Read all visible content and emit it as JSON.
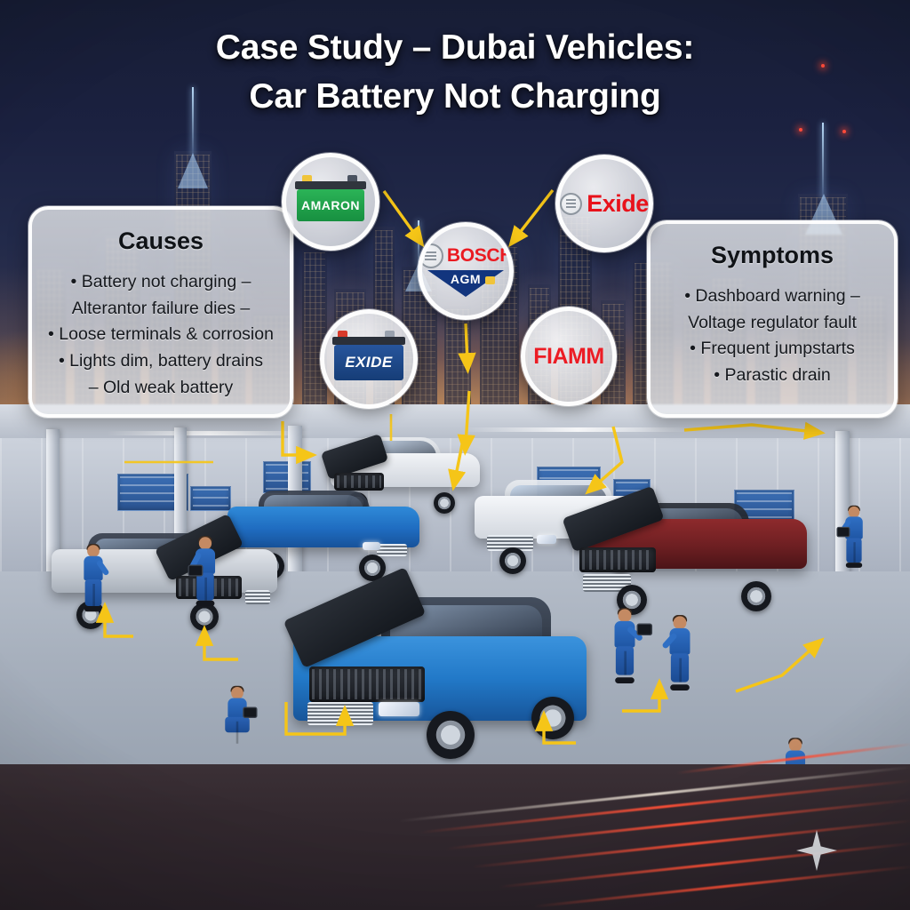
{
  "title": {
    "line1": "Case Study – Dubai Vehicles:",
    "line2": "Car Battery Not Charging"
  },
  "panels": {
    "causes": {
      "heading": "Causes",
      "items": [
        "• Battery not charging –",
        "Alterantor failure dies –",
        "• Loose terminals & corrosion",
        "• Lights dim, battery drains",
        "– Old weak battery"
      ]
    },
    "symptoms": {
      "heading": "Symptoms",
      "items": [
        "• Dashboard warning –",
        "Voltage regulator fault",
        "• Frequent jumpstarts",
        "• Parastic drain"
      ]
    }
  },
  "badges": [
    {
      "id": "amaron",
      "label": "AMARON",
      "icon": "battery-icon",
      "brand_color": "#22a54a",
      "text_color": "#ffffff"
    },
    {
      "id": "exide-top",
      "label": "Exide",
      "icon": "bosch-emblem-icon",
      "brand_color": "#e8121b",
      "text_color": "#e8121b"
    },
    {
      "id": "bosch",
      "label": "BOSCH",
      "sub_label": "AGM",
      "icon": "bosch-emblem-icon",
      "brand_color": "#ea1b22",
      "sub_color": "#12357e"
    },
    {
      "id": "exide-battery",
      "label": "EXIDE",
      "icon": "battery-icon",
      "brand_color": "#1b4a92",
      "text_color": "#ffffff"
    },
    {
      "id": "fiamm",
      "label": "FIAMM",
      "icon": "text-logo",
      "brand_color": "#ec1c24"
    }
  ],
  "scene": {
    "accent_arrow_color": "#f5c518",
    "mechanic_uniform_color": "#2a62b4",
    "sky_color": "#1b2140",
    "floor_color": "#a7b0bd",
    "watermark": "sparkle-icon",
    "vehicles": [
      {
        "name": "silver-sedan",
        "color": "#c8ccd2",
        "hood": "open"
      },
      {
        "name": "blue-bmw-sedan",
        "color": "#1d6fc4",
        "hood": "closed"
      },
      {
        "name": "white-suv-rear",
        "color": "#eceff3",
        "hood": "open"
      },
      {
        "name": "white-suv-front",
        "color": "#f1f3f6",
        "hood": "closed"
      },
      {
        "name": "dark-red-mercedes-suv",
        "color": "#6d1f22",
        "hood": "open"
      },
      {
        "name": "blue-toyota-sedan",
        "color": "#2279c8",
        "hood": "open"
      }
    ]
  }
}
